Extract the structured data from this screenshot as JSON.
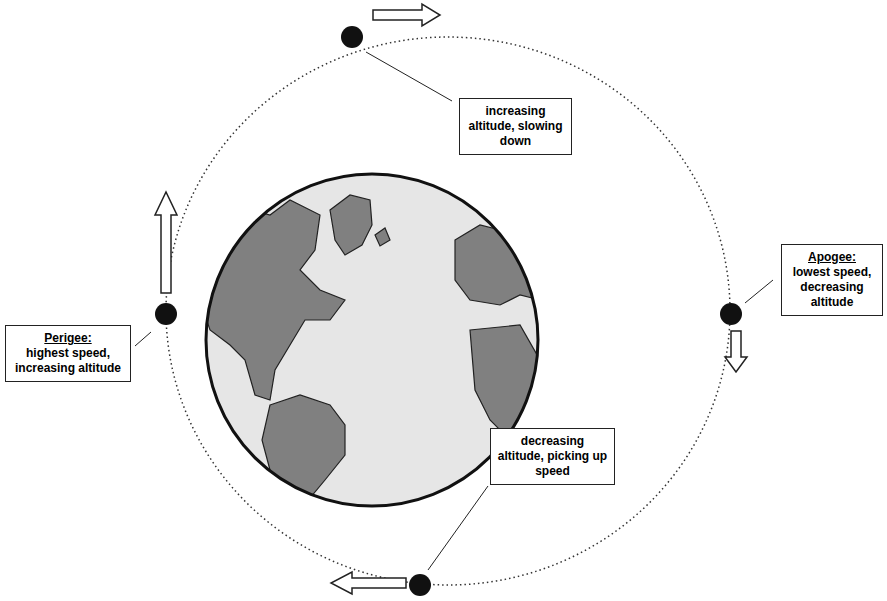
{
  "diagram": {
    "nodes": [
      {
        "text": [
          "increasing altitude, slowing down"
        ]
      },
      {
        "text": [
          "Apogee:",
          "lowest speed, decreasing altitude"
        ]
      },
      {
        "text": [
          "Perigee:",
          "highest speed, increasing altitude"
        ]
      },
      {
        "text": [
          "decreasing altitude, picking up speed"
        ]
      }
    ]
  }
}
